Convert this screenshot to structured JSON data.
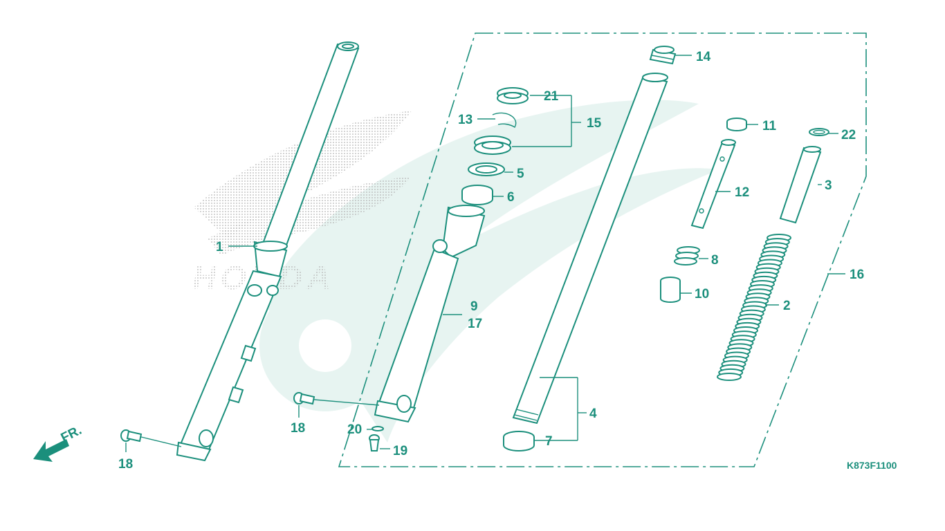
{
  "colors": {
    "ink": "#1b8f7c",
    "watermark_light": "#e7f4f1",
    "watermark_dots": "#b3b3b3",
    "background": "#ffffff"
  },
  "watermark": {
    "brand_text": "HONDA",
    "icon": "honda-wing-logo"
  },
  "direction_arrow": {
    "label": "FR.",
    "icon": "front-direction-arrow"
  },
  "diagram_code": "K873F1100",
  "callouts": {
    "c1": "1",
    "c2": "2",
    "c3": "3",
    "c4": "4",
    "c5": "5",
    "c6": "6",
    "c7": "7",
    "c8": "8",
    "c9": "9",
    "c10": "10",
    "c11": "11",
    "c12": "12",
    "c13": "13",
    "c14": "14",
    "c15": "15",
    "c16": "16",
    "c17": "17",
    "c18a": "18",
    "c18b": "18",
    "c19": "19",
    "c20": "20",
    "c21": "21",
    "c22": "22"
  }
}
